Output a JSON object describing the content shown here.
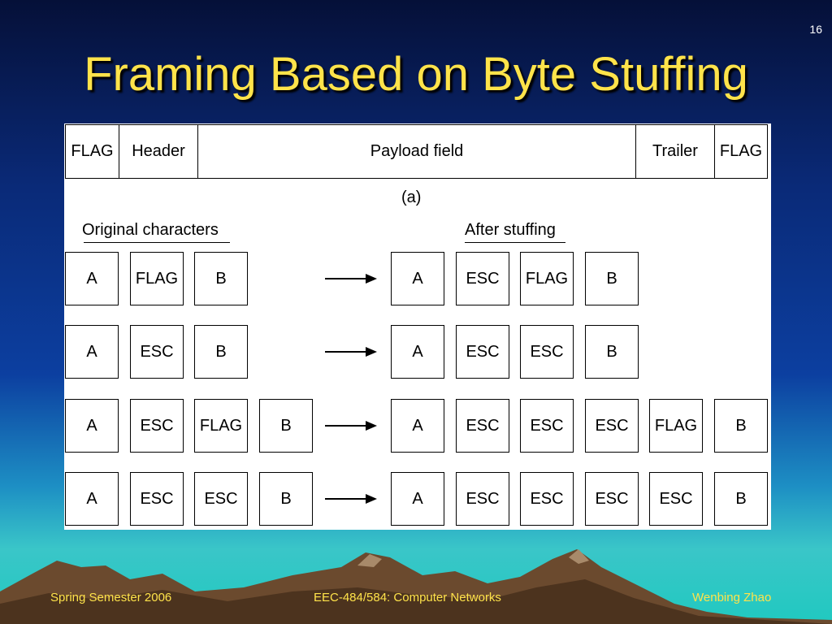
{
  "slide": {
    "number": "16",
    "title": "Framing Based on Byte Stuffing"
  },
  "frame": {
    "fields": [
      "FLAG",
      "Header",
      "Payload field",
      "Trailer",
      "FLAG"
    ],
    "caption": "(a)"
  },
  "stuffing": {
    "left_heading": "Original characters",
    "right_heading": "After stuffing",
    "rows": [
      {
        "original": [
          "A",
          "FLAG",
          "B"
        ],
        "stuffed": [
          "A",
          "ESC",
          "FLAG",
          "B"
        ]
      },
      {
        "original": [
          "A",
          "ESC",
          "B"
        ],
        "stuffed": [
          "A",
          "ESC",
          "ESC",
          "B"
        ]
      },
      {
        "original": [
          "A",
          "ESC",
          "FLAG",
          "B"
        ],
        "stuffed": [
          "A",
          "ESC",
          "ESC",
          "ESC",
          "FLAG",
          "B"
        ]
      },
      {
        "original": [
          "A",
          "ESC",
          "ESC",
          "B"
        ],
        "stuffed": [
          "A",
          "ESC",
          "ESC",
          "ESC",
          "ESC",
          "B"
        ]
      }
    ]
  },
  "footer": {
    "left": "Spring Semester 2006",
    "center": "EEC-484/584: Computer Networks",
    "right": "Wenbing Zhao"
  },
  "colors": {
    "title": "#ffe34a",
    "footer": "#ffe34a"
  }
}
